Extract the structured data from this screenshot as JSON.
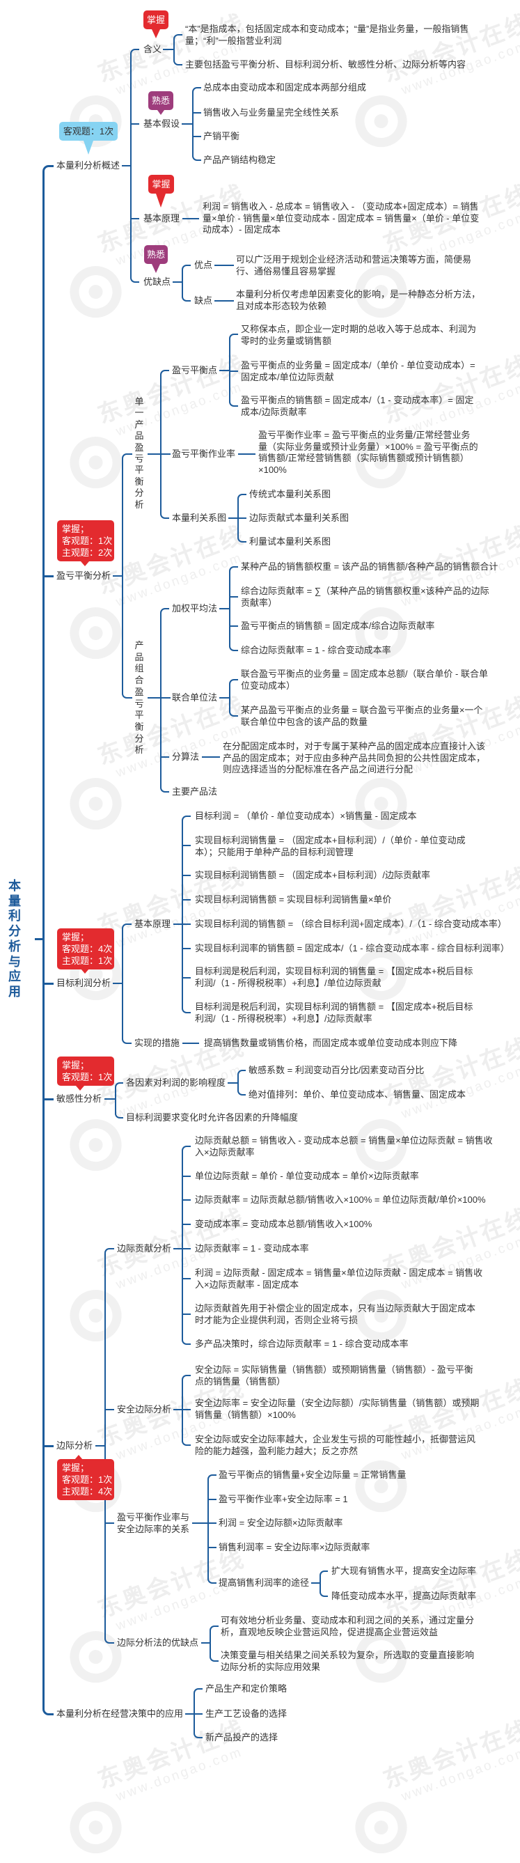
{
  "title": "本量利分析与应用",
  "colors": {
    "line": "#1c5b9b",
    "root_text": "#1d5a9a",
    "text": "#333333",
    "badge_master": "#e32b2f",
    "badge_familiar": "#9e3c7c",
    "badge_exam": "#86d3f2"
  },
  "watermark": {
    "brand": "东奥会计在线",
    "site": "www.dongao.com"
  },
  "branches": [
    {
      "label": "本量利分析概述",
      "badge": "客观题：1次",
      "children": [
        {
          "label": "含义",
          "badge": "掌握",
          "items": [
            "“本”是指成本，包括固定成本和变动成本；“量”是指业务量，一般指销售\n量；“利”一般指营业利润",
            "主要包括盈亏平衡分析、目标利润分析、敏感性分析、边际分析等内容"
          ]
        },
        {
          "label": "基本假设",
          "badge": "熟悉",
          "items": [
            "总成本由变动成本和固定成本两部分组成",
            "销售收入与业务量呈完全线性关系",
            "产销平衡",
            "产品产销结构稳定"
          ]
        },
        {
          "label": "基本原理",
          "badge": "掌握",
          "items": [
            "利润 = 销售收入 - 总成本 = 销售收入 - （变动成本+固定成本）= 销售\n量×单价 - 销售量×单位变动成本 - 固定成本 = 销售量×（单价 - 单位变\n动成本）- 固定成本"
          ]
        },
        {
          "label": "优缺点",
          "badge": "熟悉",
          "children": [
            {
              "label": "优点",
              "items": [
                "可以广泛用于规划企业经济活动和营运决策等方面，简便易\n行、通俗易懂且容易掌握"
              ]
            },
            {
              "label": "缺点",
              "items": [
                "本量利分析仅考虑单因素变化的影响，是一种静态分析方法，\n且对成本形态较为依赖"
              ]
            }
          ]
        }
      ]
    },
    {
      "label": "盈亏平衡分析",
      "badge": "掌握；\n客观题：1次\n主观题：2次",
      "children": [
        {
          "label": "单一产品盈亏平衡分析",
          "children": [
            {
              "label": "盈亏平衡点",
              "items": [
                "又称保本点，即企业一定时期的总收入等于总成本、利润为\n零时的业务量或销售额",
                "盈亏平衡点的业务量 = 固定成本/（单价 - 单位变动成本）=\n固定成本/单位边际贡献",
                "盈亏平衡点的销售额 = 固定成本/（1 - 变动成本率）= 固定\n成本/边际贡献率"
              ]
            },
            {
              "label": "盈亏平衡作业率",
              "items": [
                "盈亏平衡作业率 = 盈亏平衡点的业务量/正常经营业务\n量（实际业务量或预计业务量）×100% = 盈亏平衡点的\n销售额/正常经营销售额（实际销售额或预计销售额）\n×100%"
              ]
            },
            {
              "label": "本量利关系图",
              "items": [
                "传统式本量利关系图",
                "边际贡献式本量利关系图",
                "利量试本量利关系图"
              ]
            }
          ]
        },
        {
          "label": "产品组合盈亏平衡分析",
          "children": [
            {
              "label": "加权平均法",
              "items": [
                "某种产品的销售额权重 = 该产品的销售额/各种产品的销售额合计",
                "综合边际贡献率 = ∑（某种产品的销售额权重×该种产品的边际\n贡献率）",
                "盈亏平衡点的销售额 = 固定成本/综合边际贡献率",
                "综合边际贡献率 = 1 - 综合变动成本率"
              ]
            },
            {
              "label": "联合单位法",
              "items": [
                "联合盈亏平衡点的业务量 = 固定成本总额/（联合单价 - 联合单\n位变动成本）",
                "某产品盈亏平衡点的业务量 = 联合盈亏平衡点的业务量×一个\n联合单位中包含的该产品的数量"
              ]
            },
            {
              "label": "分算法",
              "items": [
                "在分配固定成本时，对于专属于某种产品的固定成本应直接计入该\n产品的固定成本；对于应由多种产品共同负担的公共性固定成本，\n则应选择适当的分配标准在各产品之间进行分配"
              ]
            },
            {
              "label": "主要产品法"
            }
          ]
        }
      ]
    },
    {
      "label": "目标利润分析",
      "badge": "掌握；\n客观题：4次\n主观题：1次",
      "children": [
        {
          "label": "基本原理",
          "items": [
            "目标利润 = （单价 - 单位变动成本）×销售量 - 固定成本",
            "实现目标利润销售量 = （固定成本+目标利润）/（单价 - 单位变动成\n本）；只能用于单种产品的目标利润管理",
            "实现目标利润销售额 = （固定成本+目标利润）/边际贡献率",
            "实现目标利润销售额 = 实现目标利润销售量×单价",
            "实现目标利润的销售额 = （综合目标利润+固定成本）/（1 - 综合变动成本率）",
            "实现目标利润率的销售额 = 固定成本/（1 - 综合变动成本率 - 综合目标利润率）",
            "目标利润是税后利润，实现目标利润的销售量 = 【固定成本+税后目标\n利润/（1 - 所得税税率）+利息】/单位边际贡献",
            "目标利润是税后利润，实现目标利润的销售额 = 【固定成本+税后目标\n利润/（1 - 所得税税率）+利息】/边际贡献率"
          ]
        },
        {
          "label": "实现的措施",
          "items": [
            "提高销售数量或销售价格，而固定成本或单位变动成本则应下降"
          ]
        }
      ]
    },
    {
      "label": "敏感性分析",
      "badge": "掌握；\n客观题：1次",
      "children": [
        {
          "label": "各因素对利润的影响程度",
          "items": [
            "敏感系数 = 利润变动百分比/因素变动百分比",
            "绝对值排列：单价、单位变动成本、销售量、固定成本"
          ]
        },
        {
          "label": "目标利润要求变化时允许各因素的升降幅度"
        }
      ]
    },
    {
      "label": "边际分析",
      "badge": "掌握；\n客观题：1次\n主观题：4次",
      "children": [
        {
          "label": "边际贡献分析",
          "items": [
            "边际贡献总额 = 销售收入 - 变动成本总额 = 销售量×单位边际贡献 = 销售收\n入×边际贡献率",
            "单位边际贡献 = 单价 - 单位变动成本 = 单价×边际贡献率",
            "边际贡献率 = 边际贡献总额/销售收入×100% = 单位边际贡献/单价×100%",
            "变动成本率 = 变动成本总额/销售收入×100%",
            "边际贡献率 = 1 - 变动成本率",
            "利润 = 边际贡献 - 固定成本 = 销售量×单位边际贡献 - 固定成本 = 销售收\n入×边际贡献率 - 固定成本",
            "边际贡献首先用于补偿企业的固定成本，只有当边际贡献大于固定成本\n时才能为企业提供利润，否则企业将亏损",
            "多产品决策时，综合边际贡献率 = 1 - 综合变动成本率"
          ]
        },
        {
          "label": "安全边际分析",
          "items": [
            "安全边际 = 实际销售量（销售额）或预期销售量（销售额）- 盈亏平衡\n点的销售量（销售额）",
            "安全边际率 = 安全边际量（安全边际额）/实际销售量（销售额）或预期\n销售量（销售额）×100%",
            "安全边际或安全边际率越大，企业发生亏损的可能性越小，抵御营运风\n险的能力越强，盈利能力越大；反之亦然"
          ]
        },
        {
          "label": "盈亏平衡作业率与\n安全边际率的关系",
          "items": [
            "盈亏平衡点的销售量+安全边际量 = 正常销售量",
            "盈亏平衡作业率+安全边际率 = 1",
            "利润 = 安全边际额×边际贡献率",
            "销售利润率 = 安全边际率×边际贡献率"
          ],
          "sub": {
            "label": "提高销售利润率的途径",
            "items": [
              "扩大现有销售水平，提高安全边际率",
              "降低变动成本水平，提高边际贡献率"
            ]
          }
        },
        {
          "label": "边际分析法的优缺点",
          "items": [
            "可有效地分析业务量、变动成本和利润之间的关系，通过定量分\n析，直观地反映企业营运风险，促进提高企业营运效益",
            "决策变量与相关结果之间关系较为复杂，所选取的变量直接影响\n边际分析的实际应用效果"
          ]
        }
      ]
    },
    {
      "label": "本量利分析在经营决策中的应用",
      "items": [
        "产品生产和定价策略",
        "生产工艺设备的选择",
        "新产品投产的选择"
      ]
    }
  ]
}
